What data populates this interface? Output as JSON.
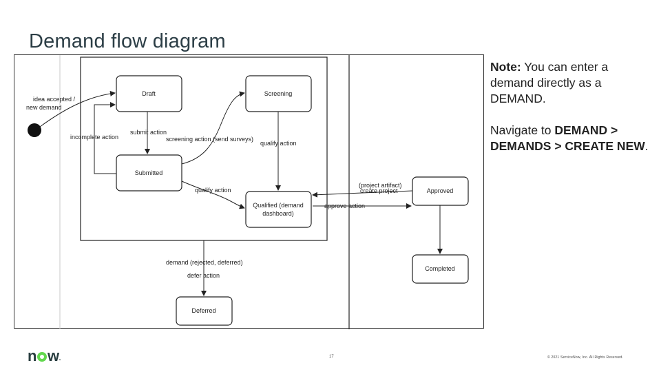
{
  "title": "Demand flow diagram",
  "diagram": {
    "nodes": {
      "draft": "Draft",
      "screening": "Screening",
      "submitted": "Submitted",
      "qualified_line1": "Qualified (demand",
      "qualified_line2": "dashboard)",
      "approved": "Approved",
      "completed": "Completed",
      "deferred": "Deferred"
    },
    "labels": {
      "idea_line1": "idea accepted /",
      "idea_line2": "new demand",
      "incomplete": "incomplete action",
      "submit": "submit action",
      "screening_action": "screening action (send surveys)",
      "qualify_action": "qualify action",
      "qualify_action2": "qualify action",
      "project_line1": "(project artifact)",
      "project_line2": "create project",
      "approve": "approve action",
      "demand_rejected": "demand (rejected, deferred)",
      "defer": "defer action"
    }
  },
  "note": {
    "p1_bold": "Note:",
    "p1_text": " You can enter a demand directly as a DEMAND.",
    "p2_text": "Navigate to ",
    "p2_bold": "DEMAND > DEMANDS > CREATE NEW",
    "p2_end": "."
  },
  "footer": {
    "logo_n": "n",
    "logo_w": "w",
    "logo_dot": ".",
    "page_number": "17",
    "copyright": "© 2021 ServiceNow, Inc. All Rights Reserved."
  },
  "colors": {
    "logo_accent": "#62d84e",
    "logo_text": "#293e40",
    "title": "#2c3e46"
  }
}
